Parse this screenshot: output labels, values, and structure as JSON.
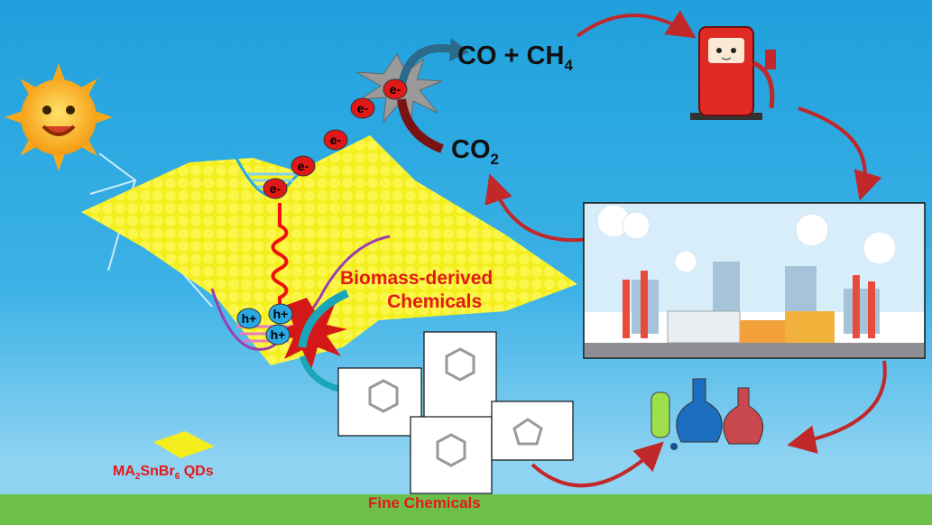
{
  "products": {
    "co_ch4": "CO  +  CH",
    "ch4_sub": "4",
    "co2": "CO",
    "co2_sub": "2"
  },
  "electrons": [
    "e-",
    "e-",
    "e-",
    "e-",
    "e-"
  ],
  "holes": [
    "h+",
    "h+",
    "h+"
  ],
  "biomass_label": [
    "Biomass-derived",
    "Chemicals"
  ],
  "qd_label": {
    "pre": "MA",
    "sub1": "2",
    "mid": "SnBr",
    "sub2": "6",
    "post": " QDs"
  },
  "fine_chemicals_label": "Fine Chemicals",
  "icons": [
    "sun-icon",
    "lightning-icon",
    "fuel-pump-icon",
    "factory-icon",
    "flasks-icon",
    "molecule-icon"
  ],
  "colors": {
    "sky": "#1fa0dc",
    "crystal": "#f5f020",
    "label_red": "#e4171b",
    "cycle_arrow": "#c0282a",
    "grass": "#6cc04a"
  }
}
